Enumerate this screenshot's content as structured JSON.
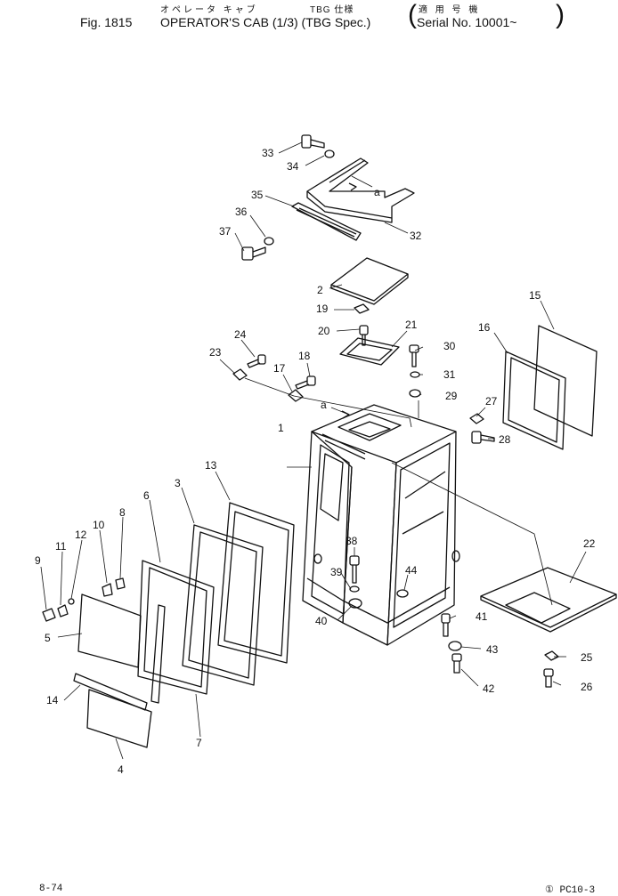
{
  "header": {
    "jp_title": "オペレータ キャブ",
    "jp_spec": "TBG 仕様",
    "jp_serial": "適 用 号 機",
    "fig_label": "Fig. 1815",
    "title": "OPERATOR'S CAB (1/3) (TBG Spec.)",
    "serial": "Serial No. 10001~"
  },
  "callouts": [
    "1",
    "2",
    "3",
    "4",
    "5",
    "6",
    "7",
    "8",
    "9",
    "10",
    "11",
    "12",
    "13",
    "14",
    "15",
    "16",
    "17",
    "18",
    "19",
    "20",
    "21",
    "22",
    "23",
    "24",
    "25",
    "26",
    "27",
    "28",
    "29",
    "30",
    "31",
    "32",
    "33",
    "34",
    "35",
    "36",
    "37",
    "38",
    "39",
    "40",
    "41",
    "42",
    "43",
    "44"
  ],
  "reference_mark": "a",
  "footer": {
    "page": "8-74",
    "model": "① PC10-3"
  }
}
